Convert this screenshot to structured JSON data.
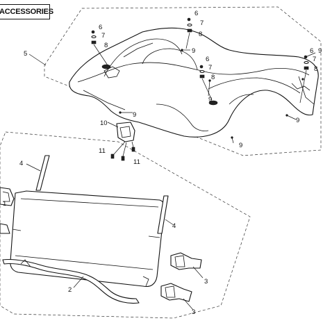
{
  "header": {
    "title": "ACCESSORIES"
  },
  "callouts": [
    {
      "key": "c1",
      "text": "1"
    },
    {
      "key": "c2",
      "text": "2"
    },
    {
      "key": "c3a",
      "text": "3"
    },
    {
      "key": "c3b",
      "text": "3"
    },
    {
      "key": "c4a",
      "text": "4"
    },
    {
      "key": "c4b",
      "text": "4"
    },
    {
      "key": "c5",
      "text": "5"
    },
    {
      "key": "c6a",
      "text": "6"
    },
    {
      "key": "c7a",
      "text": "7"
    },
    {
      "key": "c8a",
      "text": "8"
    },
    {
      "key": "c6b",
      "text": "6"
    },
    {
      "key": "c7b",
      "text": "7"
    },
    {
      "key": "c8b",
      "text": "8"
    },
    {
      "key": "c6c",
      "text": "6"
    },
    {
      "key": "c7c",
      "text": "7"
    },
    {
      "key": "c8c",
      "text": "8"
    },
    {
      "key": "c6d",
      "text": "6"
    },
    {
      "key": "c7d",
      "text": "7"
    },
    {
      "key": "c8d",
      "text": "8"
    },
    {
      "key": "c9a",
      "text": "9"
    },
    {
      "key": "c9b",
      "text": "9"
    },
    {
      "key": "c9c",
      "text": "9"
    },
    {
      "key": "c9d",
      "text": "9"
    },
    {
      "key": "c9e",
      "text": "9"
    },
    {
      "key": "c9f",
      "text": "9"
    },
    {
      "key": "c10",
      "text": "10"
    },
    {
      "key": "c11a",
      "text": "11"
    },
    {
      "key": "c11b",
      "text": "11"
    }
  ]
}
